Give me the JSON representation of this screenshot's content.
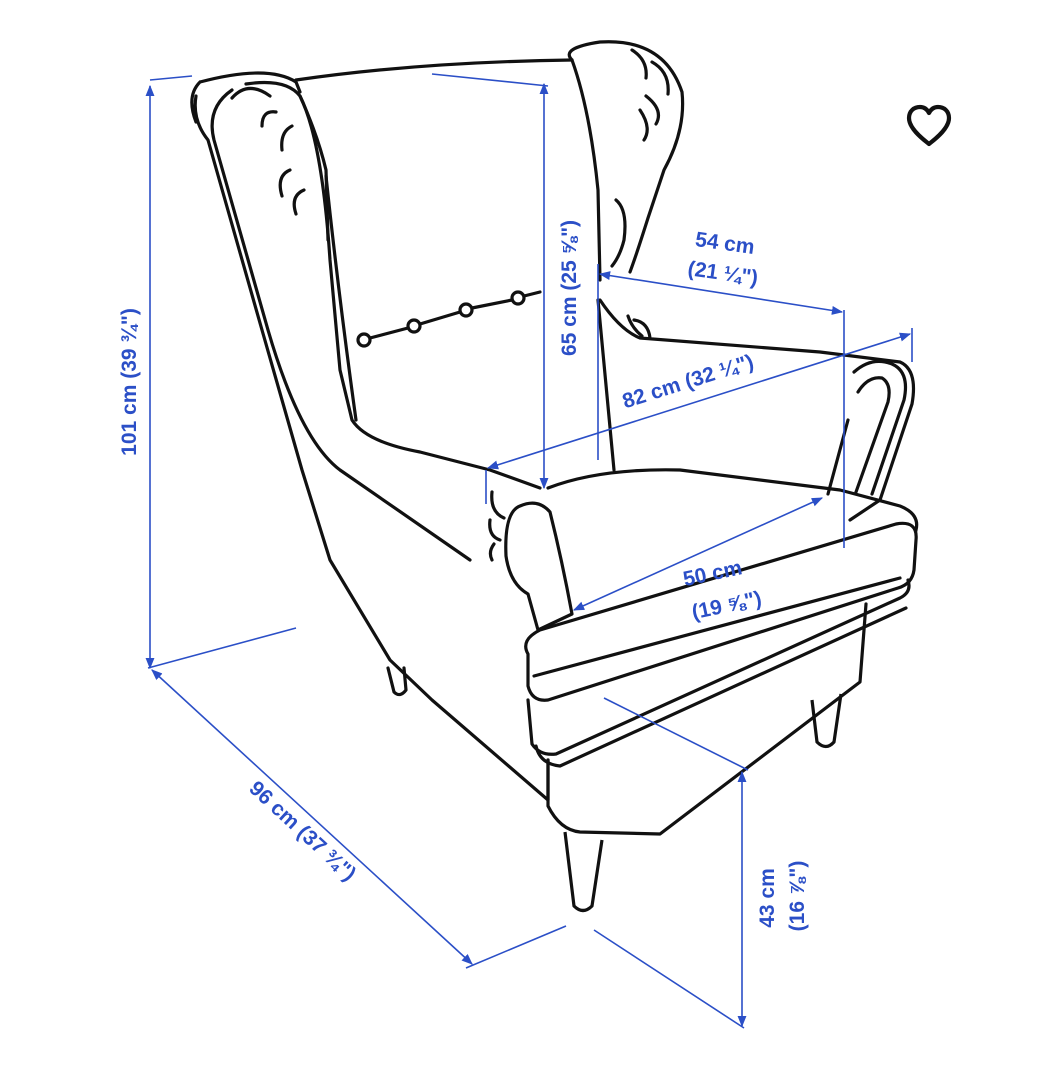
{
  "dimensions": {
    "height_total": "101 cm (39 ¾\")",
    "backrest_height": "65 cm (25 ⅝\")",
    "depth_total": "96 cm (37 ¾\")",
    "seat_height_cm": "43 cm",
    "seat_height_in": "(16 ⅞\")",
    "seat_depth_cm": "54 cm",
    "seat_depth_in": "(21 ¼\")",
    "width_total": "82 cm (32 ¼\")",
    "seat_width_cm": "50 cm",
    "seat_width_in": "(19 ⅝\")"
  },
  "colors": {
    "dimension": "#2b4fc7",
    "outline": "#111111",
    "background": "#ffffff"
  },
  "icons": {
    "favorite": "heart-outline-icon"
  }
}
